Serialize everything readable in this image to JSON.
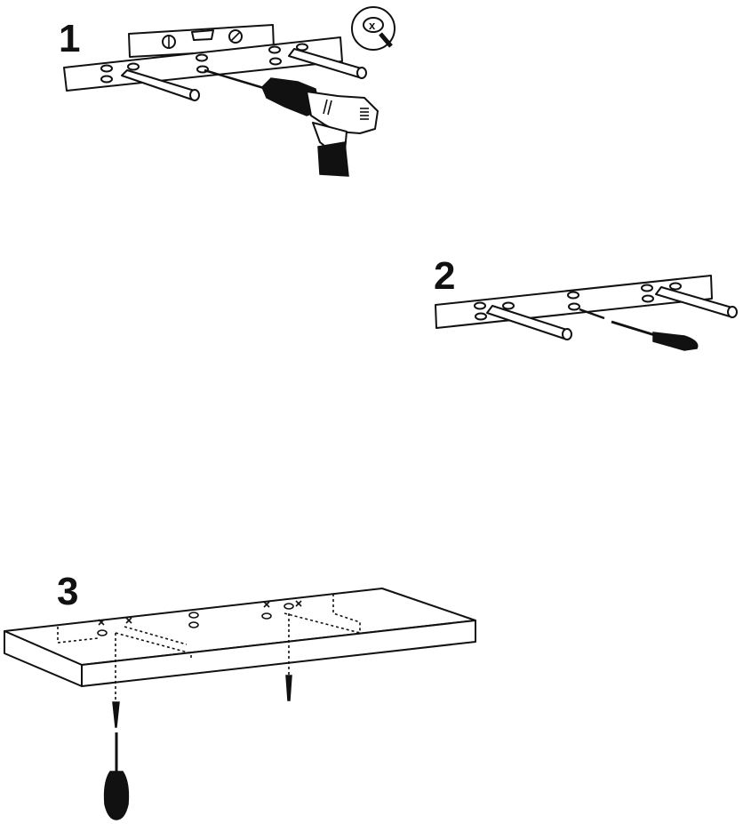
{
  "steps": [
    {
      "number": "1"
    },
    {
      "number": "2"
    },
    {
      "number": "3"
    }
  ],
  "warning_icon": {
    "mark": "x"
  },
  "colors": {
    "ink": "#111111",
    "paper": "#ffffff"
  }
}
